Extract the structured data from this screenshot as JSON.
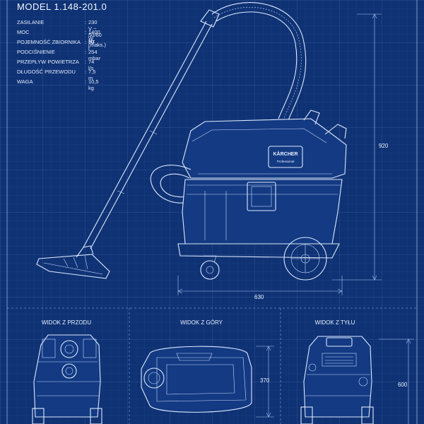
{
  "header": {
    "model": "MODEL 1.148-201.0"
  },
  "specs": [
    {
      "label": "ZASILANIE",
      "value": "230 V ~ 50/60 Hz"
    },
    {
      "label": "MOC",
      "value": "1400 W (maks.)"
    },
    {
      "label": "POJEMNOŚĆ ZBIORNIKA",
      "value": "30 l"
    },
    {
      "label": "PODCIŚNIENIE",
      "value": "254 mbar"
    },
    {
      "label": "PRZEPŁYW POWIETRZA",
      "value": "74 l/s"
    },
    {
      "label": "DŁUGOŚĆ PRZEWODU",
      "value": "7,5 m"
    },
    {
      "label": "WAGA",
      "value": "10,5 kg"
    }
  ],
  "separator": ":",
  "brand": {
    "name": "KÄRCHER",
    "line": "Professional"
  },
  "dimensions": {
    "height": "920",
    "width": "630",
    "depth": "370",
    "rear_height": "600"
  },
  "views": {
    "front": "WIDOK Z PRZODU",
    "top": "WIDOK Z GÓRY",
    "rear": "WIDOK Z TYŁU"
  },
  "colors": {
    "background": "#0f3274",
    "line": "#dce9ff"
  }
}
